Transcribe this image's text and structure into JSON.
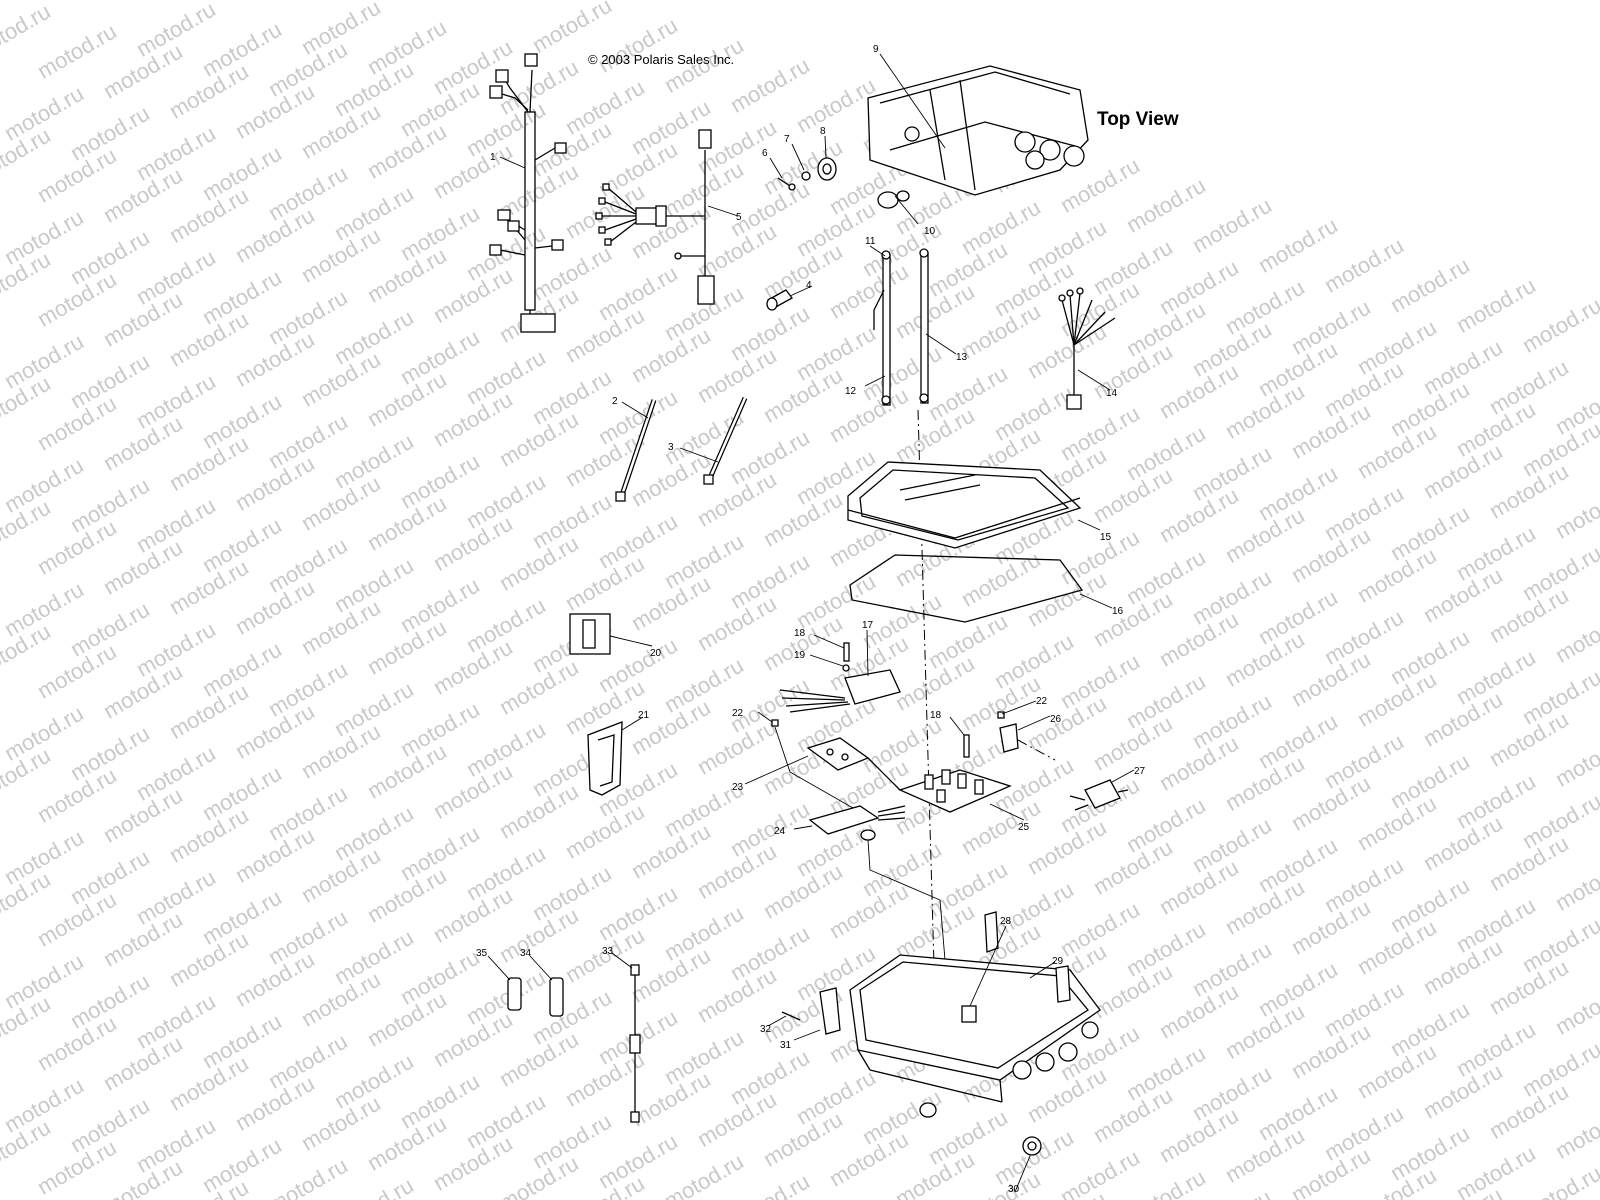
{
  "watermark_text": "motod.ru",
  "copyright": "© 2003 Polaris Sales Inc.",
  "view_label": "Top View",
  "callouts": [
    "1",
    "2",
    "3",
    "4",
    "5",
    "6",
    "7",
    "8",
    "9",
    "10",
    "11",
    "12",
    "13",
    "14",
    "15",
    "16",
    "17",
    "18",
    "19",
    "20",
    "21",
    "22",
    "22",
    "23",
    "24",
    "25",
    "26",
    "27",
    "18",
    "28",
    "29",
    "30",
    "31",
    "32",
    "33",
    "34",
    "35"
  ]
}
